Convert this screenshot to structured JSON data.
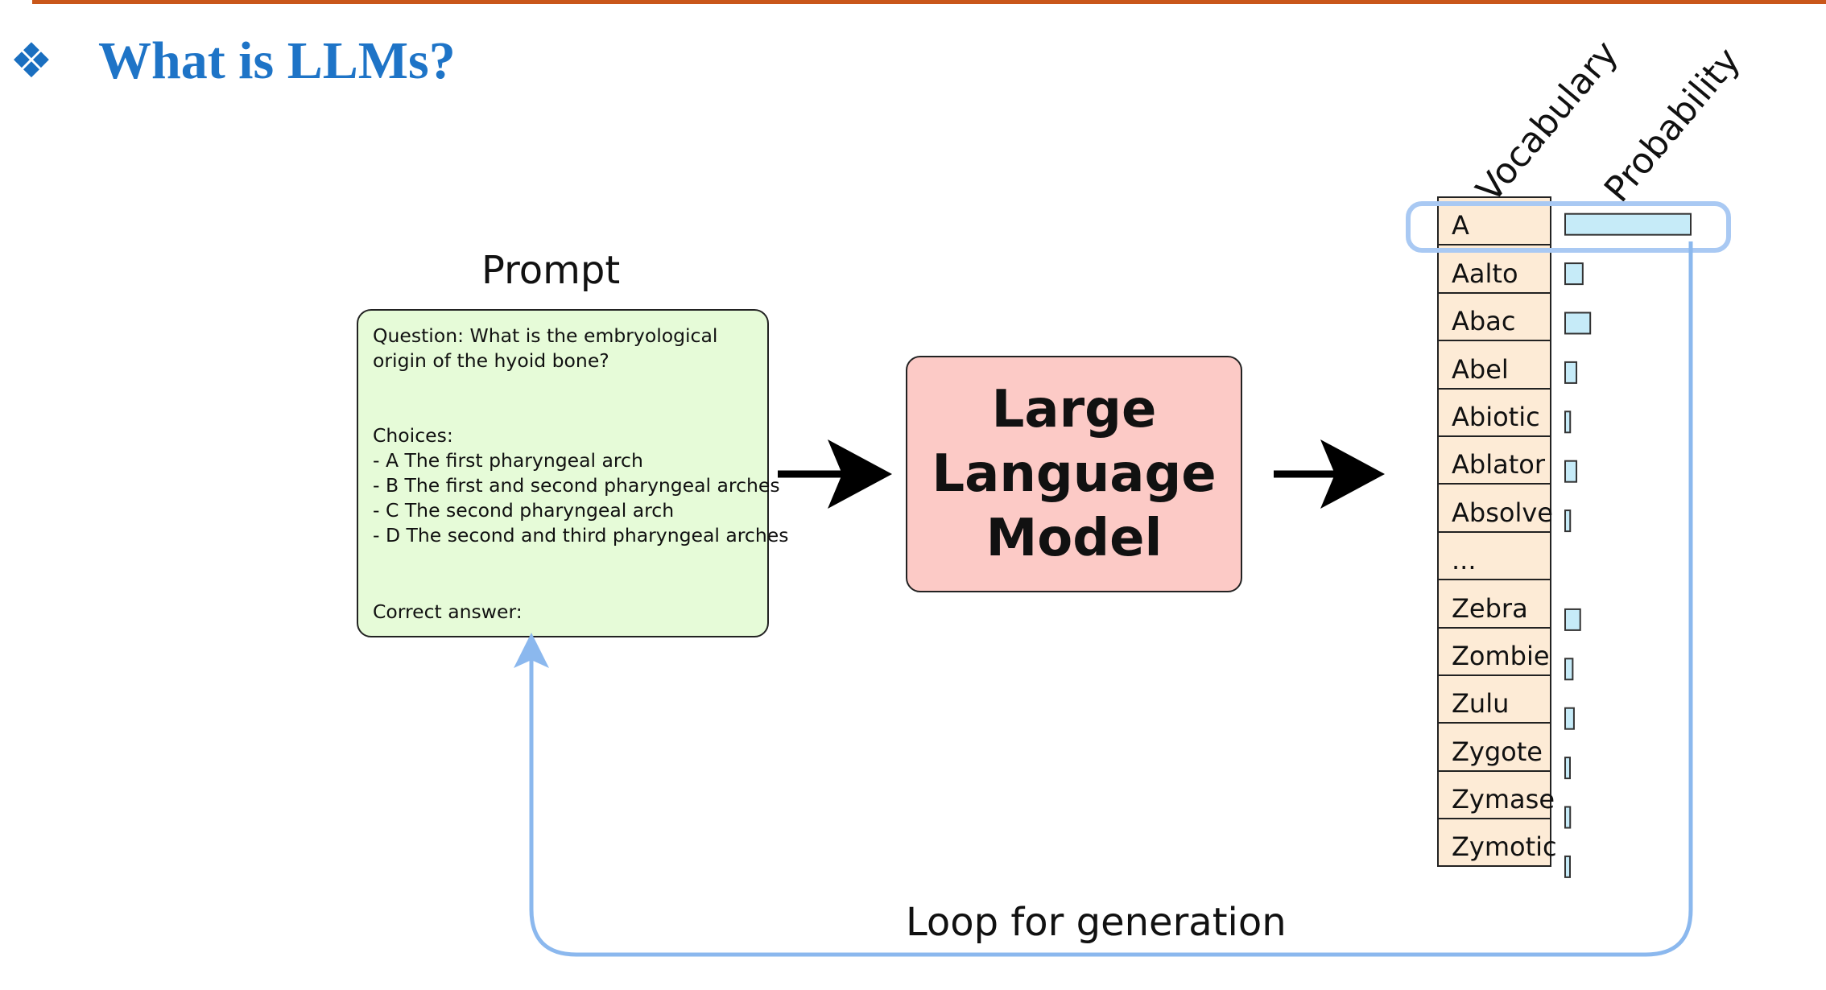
{
  "header": {
    "bullet_icon": "diamond-bullet-icon",
    "title": "What is LLMs?"
  },
  "prompt": {
    "heading": "Prompt",
    "question_lines": [
      "Question: What is the embryological",
      "origin of the hyoid bone?"
    ],
    "choices_label": "Choices:",
    "choices": [
      "- A The first pharyngeal arch",
      "- B The first and second pharyngeal arches",
      "- C The second pharyngeal arch",
      "- D The second and third pharyngeal arches"
    ],
    "answer_label": "Correct answer:"
  },
  "model": {
    "lines": [
      "Large",
      "Language",
      "Model"
    ]
  },
  "vocabulary": {
    "vocab_header": "Vocabulary",
    "prob_header": "Probability",
    "tokens": [
      "A",
      "Aalto",
      "Abac",
      "Abel",
      "Abiotic",
      "Ablator",
      "Absolve",
      "...",
      "Zebra",
      "Zombie",
      "Zulu",
      "Zygote",
      "Zymase",
      "Zymotic"
    ],
    "probabilities": [
      1.0,
      0.14,
      0.2,
      0.09,
      0.04,
      0.09,
      0.04,
      null,
      0.12,
      0.06,
      0.07,
      0.03,
      0.04,
      0.02
    ],
    "selected_token": "A"
  },
  "loop": {
    "label": "Loop for generation"
  },
  "colors": {
    "accent_rule": "#c9571a",
    "title": "#1e74c7",
    "prompt_fill": "#e6fbd8",
    "model_fill": "#fccac6",
    "vocab_fill": "#fdebd6",
    "prob_bar": "#c6ebf8",
    "loop_arrow": "#8bb8ee"
  }
}
